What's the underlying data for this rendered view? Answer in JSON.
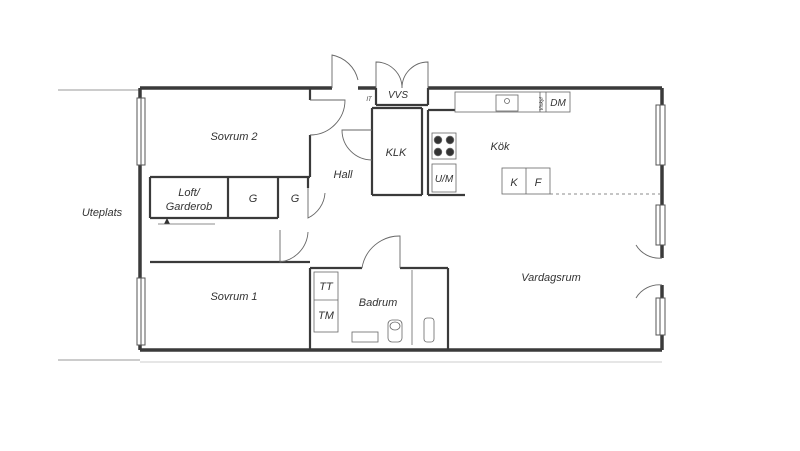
{
  "colors": {
    "wall": "#3a3a3a",
    "wall_fill": "#ffffff",
    "thin_line": "#666666",
    "window": "#555555",
    "text": "#333333",
    "stove": "#333333",
    "background": "#ffffff"
  },
  "rooms": {
    "uteplats": "Uteplats",
    "sovrum2": "Sovrum 2",
    "loft_line1": "Loft/",
    "loft_line2": "Garderob",
    "g1": "G",
    "g2": "G",
    "hall": "Hall",
    "klk": "KLK",
    "vvs": "VVS",
    "vvs_small": "IT",
    "kok": "Kök",
    "dm": "DM",
    "vinkyl": "Vinkyl",
    "um": "U/M",
    "k": "K",
    "f": "F",
    "sovrum1": "Sovrum 1",
    "tt": "TT",
    "tm": "TM",
    "badrum": "Badrum",
    "vardagsrum": "Vardagsrum"
  }
}
